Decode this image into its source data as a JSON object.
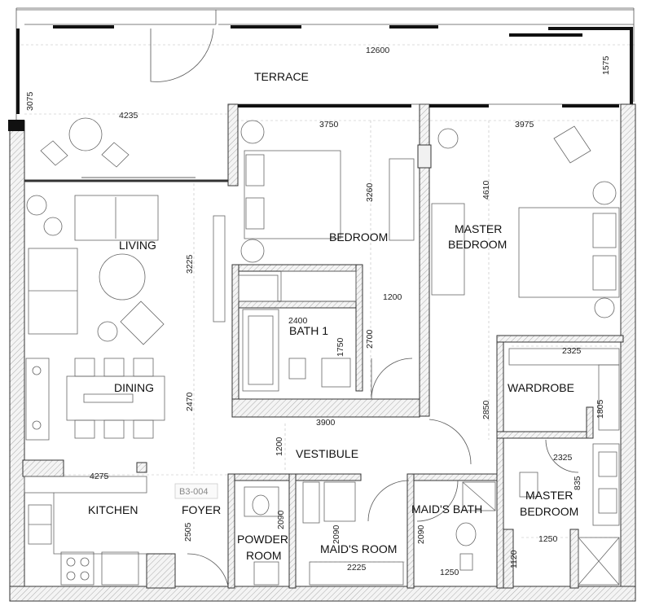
{
  "rooms": {
    "terrace": "TERRACE",
    "living": "LIVING",
    "dining": "DINING",
    "kitchen": "KITCHEN",
    "foyer": "FOYER",
    "bedroom": "BEDROOM",
    "bath1": "BATH 1",
    "vestibule": "VESTIBULE",
    "master_bedroom_1": "MASTER",
    "master_bedroom_2": "BEDROOM",
    "wardrobe": "WARDROBE",
    "powder_1": "POWDER",
    "powder_2": "ROOM",
    "maids_room": "MAID'S ROOM",
    "maids_bath": "MAID'S BATH",
    "master_bath_1": "MASTER",
    "master_bath_2": "BEDROOM"
  },
  "unit_code": "B3-004",
  "dimensions": {
    "terrace_width": "12600",
    "terrace_depth_left": "3075",
    "terrace_depth_right": "1575",
    "living_width": "4235",
    "living_depth": "3225",
    "dining_depth": "2470",
    "bedroom_width": "3750",
    "bedroom_depth": "3260",
    "master_width": "3975",
    "master_depth": "4610",
    "corridor": "1200",
    "bath1_width": "2400",
    "bath1_depth": "1750",
    "bath1_side": "2700",
    "vestibule_width": "3900",
    "vestibule_depth": "1200",
    "kitchen_width": "4275",
    "foyer_depth": "2505",
    "powder_depth": "2090",
    "maids_room_depth": "2090",
    "maids_room_width": "2225",
    "maids_bath_width": "1250",
    "wardrobe_width": "2325",
    "wardrobe_depth": "1805",
    "master_side": "2850",
    "master_bath_width": "2325",
    "master_bath_side": "835",
    "shower_width": "1250",
    "shower_depth": "1120"
  }
}
